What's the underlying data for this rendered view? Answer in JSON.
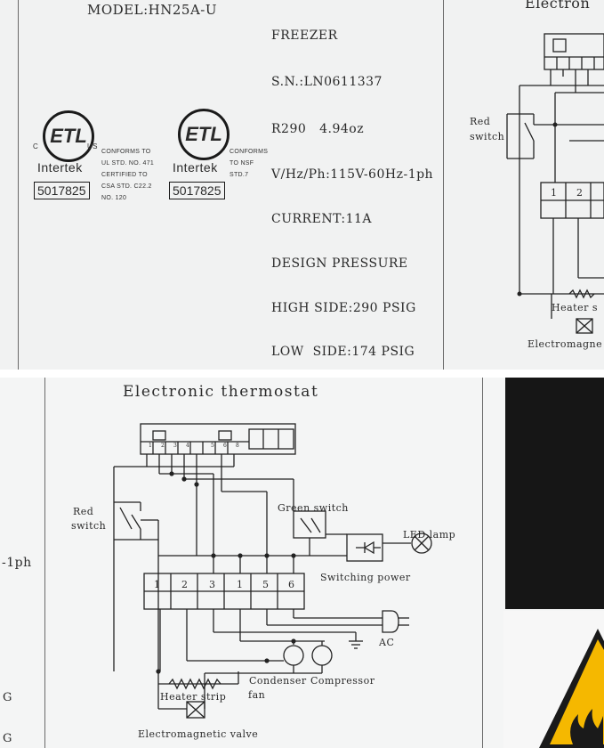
{
  "label": {
    "model": "MODEL:HN25A-U",
    "type": "FREEZER",
    "serial": "S.N.:LN0611337",
    "refrigerant": "R290   4.94oz",
    "power": "V/Hz/Ph:115V-60Hz-1ph",
    "current": "CURRENT:11A",
    "design_pressure": "DESIGN PRESSURE",
    "high_side": "HIGH SIDE:290 PSIG",
    "low_side": "LOW  SIDE:174 PSIG"
  },
  "certs": [
    {
      "mark": "ETL",
      "c": "C",
      "us": "US",
      "brand": "Intertek",
      "number": "5017825",
      "lines": [
        "CONFORMS TO",
        "UL STD. NO. 471",
        "CERTIFIED TO",
        "CSA STD. C22.2",
        "NO. 120"
      ]
    },
    {
      "mark": "ETL",
      "brand": "Intertek",
      "number": "5017825",
      "lines": [
        "CONFORMS",
        "TO NSF",
        "STD.7"
      ]
    }
  ],
  "top_right": {
    "title_partial": "Electron",
    "red_switch": "Red\nswitch",
    "terminals": [
      "1",
      "2"
    ],
    "heater_partial": "Heater s",
    "valve_partial": "Electromagne"
  },
  "diagram": {
    "title": "Electronic thermostat",
    "red_switch_1": "Red",
    "red_switch_2": "switch",
    "green_switch": "Green switch",
    "led_lamp": "LED lamp",
    "switching_power": "Switching power",
    "terminals": [
      "1",
      "2",
      "3",
      "1",
      "5",
      "6"
    ],
    "controller_pins": [
      "1",
      "2",
      "3",
      "4",
      "5",
      "6",
      "8"
    ],
    "ac": "AC",
    "condenser_fan_1": "Condenser",
    "condenser_fan_2": "fan",
    "compressor": "Compressor",
    "heater_strip": "Heater strip",
    "electromagnetic_valve": "Electromagnetic valve"
  },
  "left_edge": {
    "ph": "-1ph",
    "g1": "G",
    "g2": "G"
  }
}
